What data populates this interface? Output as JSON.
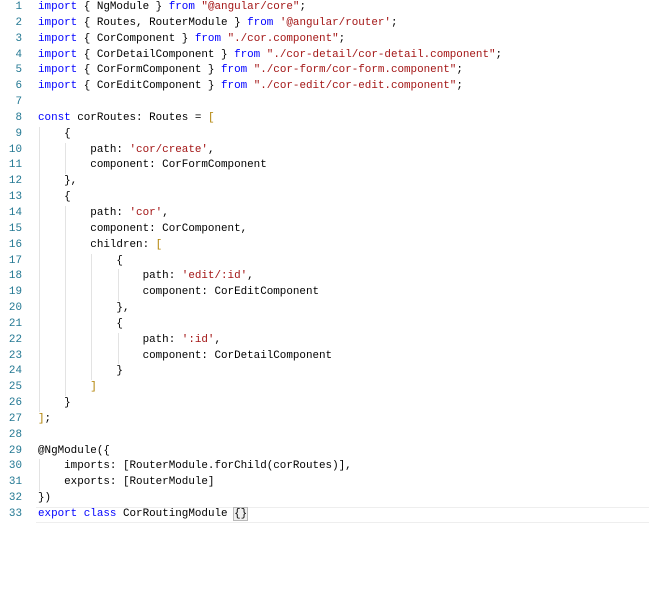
{
  "editor": {
    "current_line": 33,
    "lines": [
      [
        [
          "import",
          "kw"
        ],
        [
          " { NgModule } ",
          ""
        ],
        [
          "from",
          "kw"
        ],
        [
          " ",
          ""
        ],
        [
          "\"@angular/core\"",
          "str"
        ],
        [
          ";",
          ""
        ]
      ],
      [
        [
          "import",
          "kw"
        ],
        [
          " { Routes, RouterModule } ",
          ""
        ],
        [
          "from",
          "kw"
        ],
        [
          " ",
          ""
        ],
        [
          "'@angular/router'",
          "str"
        ],
        [
          ";",
          ""
        ]
      ],
      [
        [
          "import",
          "kw"
        ],
        [
          " { CorComponent } ",
          ""
        ],
        [
          "from",
          "kw"
        ],
        [
          " ",
          ""
        ],
        [
          "\"./cor.component\"",
          "str"
        ],
        [
          ";",
          ""
        ]
      ],
      [
        [
          "import",
          "kw"
        ],
        [
          " { CorDetailComponent } ",
          ""
        ],
        [
          "from",
          "kw"
        ],
        [
          " ",
          ""
        ],
        [
          "\"./cor-detail/cor-detail.component\"",
          "str"
        ],
        [
          ";",
          ""
        ]
      ],
      [
        [
          "import",
          "kw"
        ],
        [
          " { CorFormComponent } ",
          ""
        ],
        [
          "from",
          "kw"
        ],
        [
          " ",
          ""
        ],
        [
          "\"./cor-form/cor-form.component\"",
          "str"
        ],
        [
          ";",
          ""
        ]
      ],
      [
        [
          "import",
          "kw"
        ],
        [
          " { CorEditComponent } ",
          ""
        ],
        [
          "from",
          "kw"
        ],
        [
          " ",
          ""
        ],
        [
          "\"./cor-edit/cor-edit.component\"",
          "str"
        ],
        [
          ";",
          ""
        ]
      ],
      [],
      [
        [
          "const",
          "kw"
        ],
        [
          " corRoutes: Routes = ",
          ""
        ],
        [
          "[",
          "br"
        ]
      ],
      [
        [
          "    {",
          ""
        ]
      ],
      [
        [
          "        path: ",
          ""
        ],
        [
          "'cor/create'",
          "str"
        ],
        [
          ",",
          ""
        ]
      ],
      [
        [
          "        component: CorFormComponent",
          ""
        ]
      ],
      [
        [
          "    },",
          ""
        ]
      ],
      [
        [
          "    {",
          ""
        ]
      ],
      [
        [
          "        path: ",
          ""
        ],
        [
          "'cor'",
          "str"
        ],
        [
          ",",
          ""
        ]
      ],
      [
        [
          "        component: CorComponent,",
          ""
        ]
      ],
      [
        [
          "        children: ",
          ""
        ],
        [
          "[",
          "br"
        ]
      ],
      [
        [
          "            {",
          ""
        ]
      ],
      [
        [
          "                path: ",
          ""
        ],
        [
          "'edit/:id'",
          "str"
        ],
        [
          ",",
          ""
        ]
      ],
      [
        [
          "                component: CorEditComponent",
          ""
        ]
      ],
      [
        [
          "            },",
          ""
        ]
      ],
      [
        [
          "            {",
          ""
        ]
      ],
      [
        [
          "                path: ",
          ""
        ],
        [
          "':id'",
          "str"
        ],
        [
          ",",
          ""
        ]
      ],
      [
        [
          "                component: CorDetailComponent",
          ""
        ]
      ],
      [
        [
          "            }",
          ""
        ]
      ],
      [
        [
          "        ",
          ""
        ],
        [
          "]",
          "br"
        ]
      ],
      [
        [
          "    }",
          ""
        ]
      ],
      [
        [
          "]",
          "br"
        ],
        [
          ";",
          ""
        ]
      ],
      [],
      [
        [
          "@NgModule({",
          ""
        ]
      ],
      [
        [
          "    imports: [RouterModule.forChild(corRoutes)],",
          ""
        ]
      ],
      [
        [
          "    exports: [RouterModule]",
          ""
        ]
      ],
      [
        [
          "})",
          ""
        ]
      ],
      [
        [
          "export",
          "kw"
        ],
        [
          " ",
          ""
        ],
        [
          "class",
          "kw"
        ],
        [
          " CorRoutingModule ",
          ""
        ],
        [
          "{}",
          "match"
        ]
      ]
    ],
    "line_numbers": [
      "1",
      "2",
      "3",
      "4",
      "5",
      "6",
      "7",
      "8",
      "9",
      "10",
      "11",
      "12",
      "13",
      "14",
      "15",
      "16",
      "17",
      "18",
      "19",
      "20",
      "21",
      "22",
      "23",
      "24",
      "25",
      "26",
      "27",
      "28",
      "29",
      "30",
      "31",
      "32",
      "33"
    ]
  }
}
